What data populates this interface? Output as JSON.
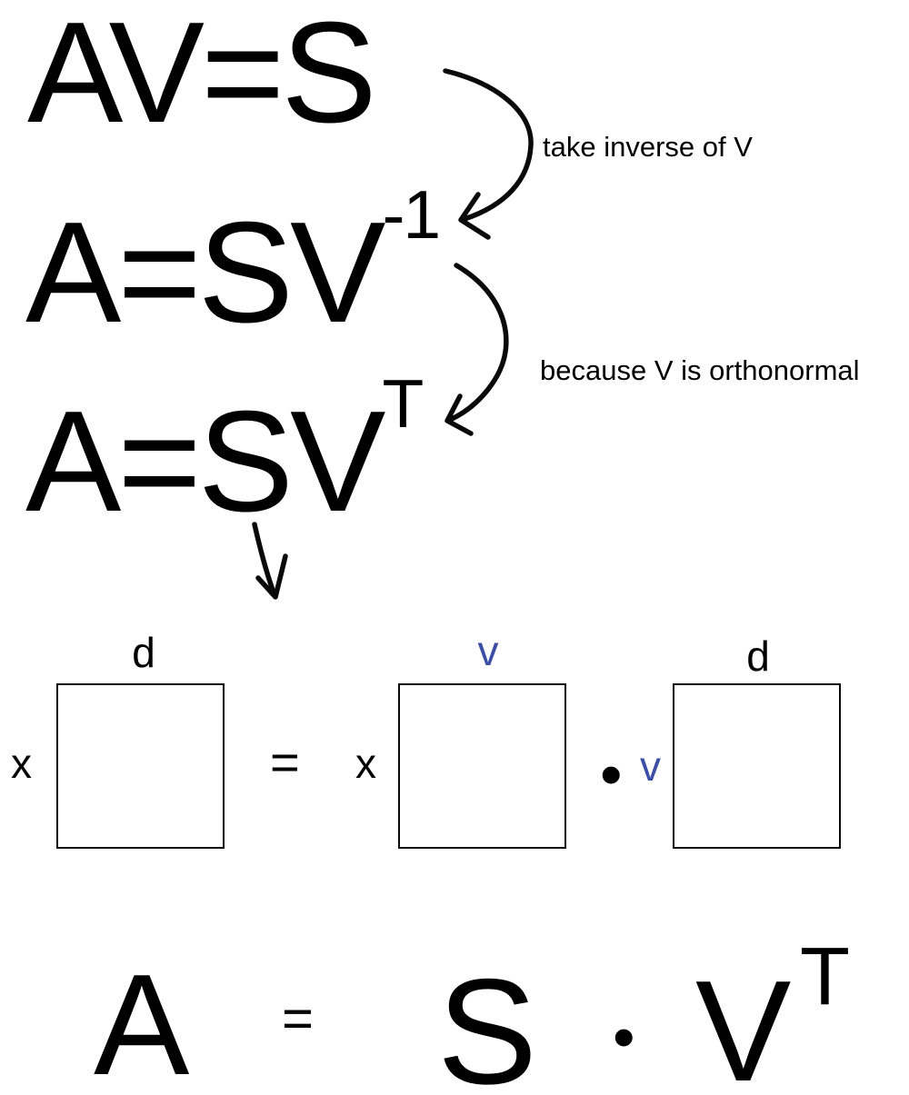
{
  "colors": {
    "background": "#ffffff",
    "ink": "#000000",
    "accent_blue": "#3c4ea6"
  },
  "derivation": {
    "eq1": "AV=S",
    "eq2": {
      "base": "A=SV",
      "sup": "-1"
    },
    "eq3": {
      "base": "A=SV",
      "sup": "T"
    },
    "note1": "take inverse of V",
    "note2": "because V is orthonormal"
  },
  "diagram": {
    "left_matrix": {
      "top_label": "d",
      "side_label": "x"
    },
    "equals": "=",
    "middle_matrix": {
      "top_label": "v",
      "side_label": "x"
    },
    "dot": "•",
    "right_matrix": {
      "top_label": "d",
      "side_label": "v"
    }
  },
  "final_equation": {
    "lhs": "A",
    "equals": "=",
    "factor1": "S",
    "dot": "•",
    "factor2": "V",
    "sup": "T"
  }
}
